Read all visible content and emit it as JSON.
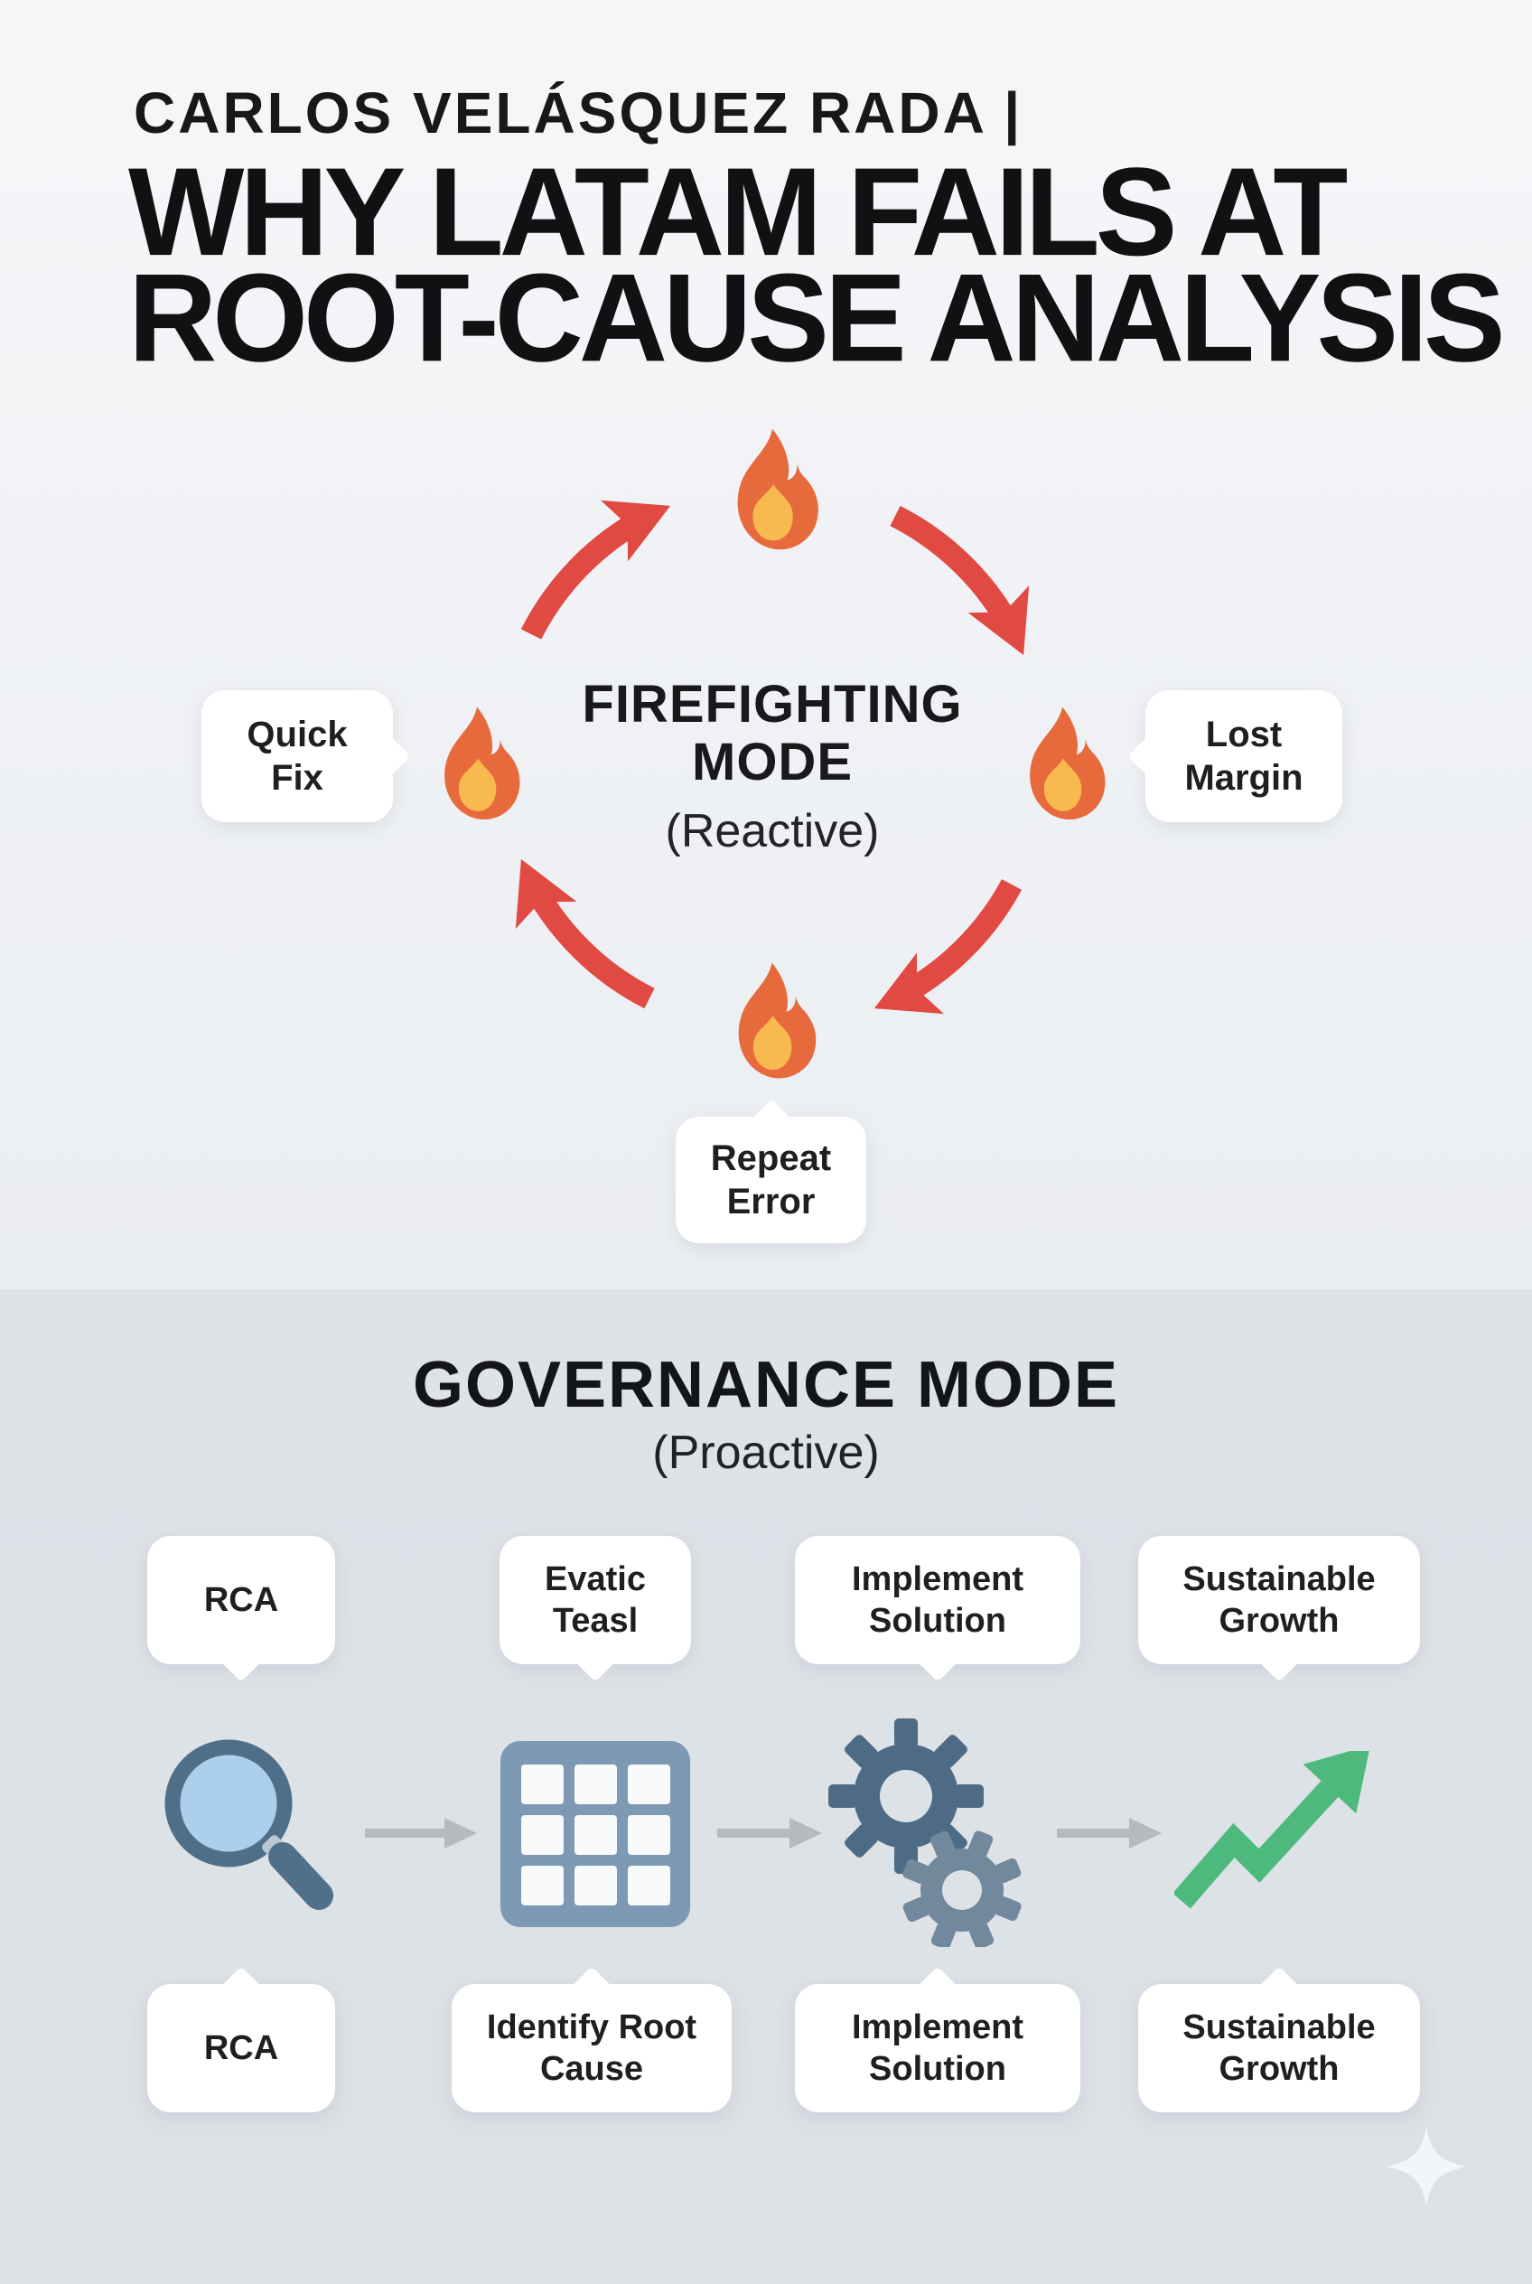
{
  "header": {
    "byline": "CARLOS VELÁSQUEZ RADA |",
    "title_line1": "WHY LATAM FAILS AT",
    "title_line2": "ROOT-CAUSE ANALYSIS"
  },
  "firefighting": {
    "title_line1": "FIREFIGHTING",
    "title_line2": "MODE",
    "subtitle": "(Reactive)",
    "bubble_left": "Quick Fix",
    "bubble_right": "Lost Margin",
    "bubble_bottom": "Repeat Error"
  },
  "governance": {
    "title": "GOVERNANCE MODE",
    "subtitle": "(Proactive)",
    "steps": [
      {
        "top_label": "RCA",
        "bottom_label": "RCA",
        "icon": "magnifier-icon"
      },
      {
        "top_label": "Evatic Teasl",
        "bottom_label": "Identify Root Cause",
        "icon": "table-icon"
      },
      {
        "top_label": "Implement Solution",
        "bottom_label": "Implement Solution",
        "icon": "gears-icon"
      },
      {
        "top_label": "Sustainable Growth",
        "bottom_label": "Sustainable Growth",
        "icon": "trending-up-arrow-icon"
      }
    ]
  },
  "colors": {
    "flame_outer": "#e76a3d",
    "flame_inner": "#f8b94f",
    "cycle_arrow_red": "#e14a42",
    "connector_arrow_gray": "#b6babe",
    "magnifier_rim": "#4f6f89",
    "magnifier_lens": "#abcfec",
    "table_fill": "#7d99b3",
    "gear_dark": "#4e6b85",
    "gear_light": "#72889c",
    "growth_green": "#4eb97c",
    "bubble_bg": "#ffffff",
    "text": "#17181a",
    "bg_top": "#f0f2f5",
    "bg_bottom": "#dde2e7"
  }
}
